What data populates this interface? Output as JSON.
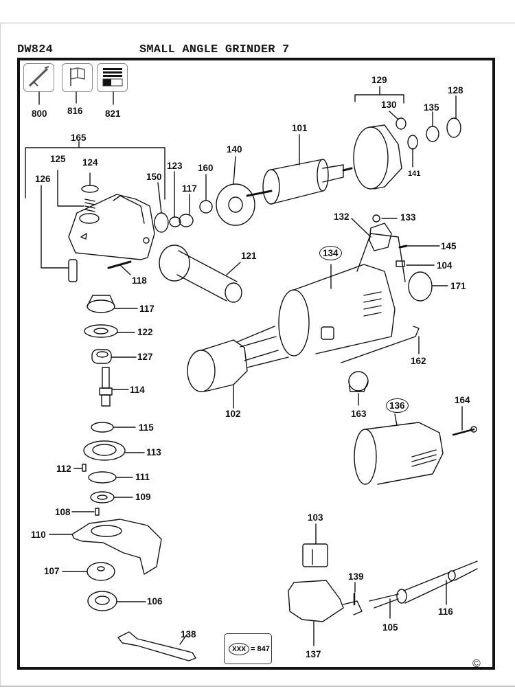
{
  "header": {
    "model": "DW824",
    "title": "SMALL ANGLE GRINDER 7"
  },
  "icons": [
    {
      "name": "wrench-tool-icon",
      "part": "800"
    },
    {
      "name": "flag-icon",
      "part": "816"
    },
    {
      "name": "nameplate-icon",
      "part": "821"
    }
  ],
  "labels": {
    "p800": "800",
    "p816": "816",
    "p821": "821",
    "p129": "129",
    "p128": "128",
    "p130": "130",
    "p135": "135",
    "p141": "141",
    "p101": "101",
    "p165": "165",
    "p125": "125",
    "p124": "124",
    "p126": "126",
    "p123": "123",
    "p150": "150",
    "p117a": "117",
    "p160": "160",
    "p140": "140",
    "p118": "118",
    "p121": "121",
    "p132": "132",
    "p133": "133",
    "p145": "145",
    "p104": "104",
    "p134": "134",
    "p171": "171",
    "p162": "162",
    "p117b": "117",
    "p122": "122",
    "p127": "127",
    "p114": "114",
    "p115": "115",
    "p113": "113",
    "p112": "112",
    "p111": "111",
    "p109": "109",
    "p108": "108",
    "p110": "110",
    "p107": "107",
    "p106": "106",
    "p138": "138",
    "p102": "102",
    "p163": "163",
    "p136": "136",
    "p164": "164",
    "p103": "103",
    "p139": "139",
    "p137": "137",
    "p105": "105",
    "p116": "116"
  },
  "legend": {
    "symbol": "XXX",
    "equals": "= 847"
  },
  "copyright": "©"
}
